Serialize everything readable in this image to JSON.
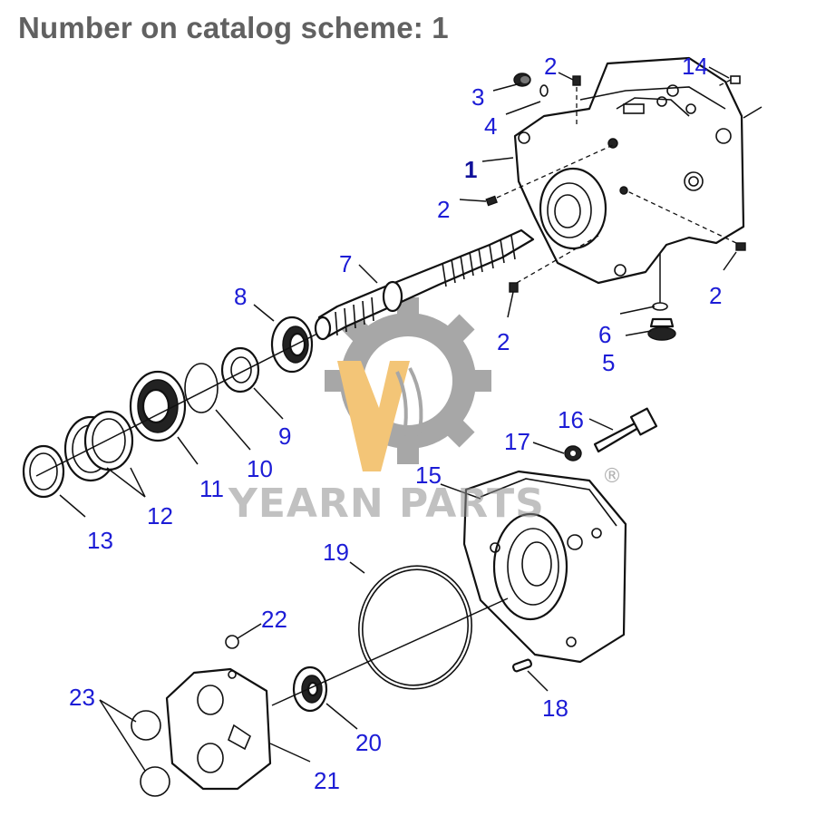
{
  "title": "Number on catalog scheme: 1",
  "watermark": {
    "brand": "YEARN PARTS",
    "registered": "®"
  },
  "colors": {
    "label": "#1c1cd6",
    "title": "#616161",
    "watermark_orange": "#f0b24a",
    "watermark_gray": "#8e8e8e"
  },
  "callouts": {
    "c1": "1",
    "c2a": "2",
    "c2b": "2",
    "c2c": "2",
    "c2d": "2",
    "c3": "3",
    "c4": "4",
    "c5": "5",
    "c6": "6",
    "c7": "7",
    "c8": "8",
    "c9": "9",
    "c10": "10",
    "c11": "11",
    "c12": "12",
    "c13": "13",
    "c14": "14",
    "c15": "15",
    "c16": "16",
    "c17": "17",
    "c18": "18",
    "c19": "19",
    "c20": "20",
    "c21": "21",
    "c22": "22",
    "c23": "23"
  }
}
